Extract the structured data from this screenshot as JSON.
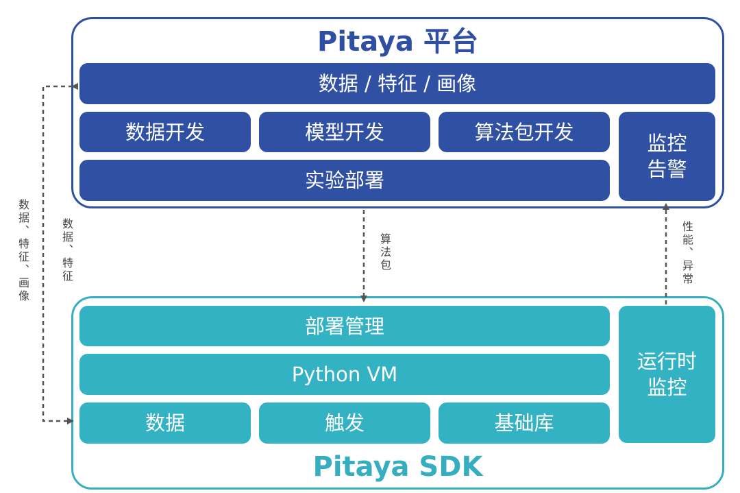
{
  "platform": {
    "title": "Pitaya 平台",
    "data_bar": "数据 / 特征 / 画像",
    "modules": [
      "数据开发",
      "模型开发",
      "算法包开发"
    ],
    "deploy": "实验部署",
    "monitor": [
      "监控",
      "告警"
    ]
  },
  "sdk": {
    "title": "Pitaya SDK",
    "deploy_mgmt": "部署管理",
    "vm": "Python VM",
    "modules": [
      "数据",
      "触发",
      "基础库"
    ],
    "runtime": [
      "运行时",
      "监控"
    ]
  },
  "arrows": {
    "left_outer": "数据、特征、画像",
    "left_inner": "数据、特征",
    "center": "算法包",
    "right": "性能、异常"
  },
  "colors": {
    "platform": "#2f50a3",
    "sdk": "#33b2c3",
    "arrow": "#555555"
  }
}
